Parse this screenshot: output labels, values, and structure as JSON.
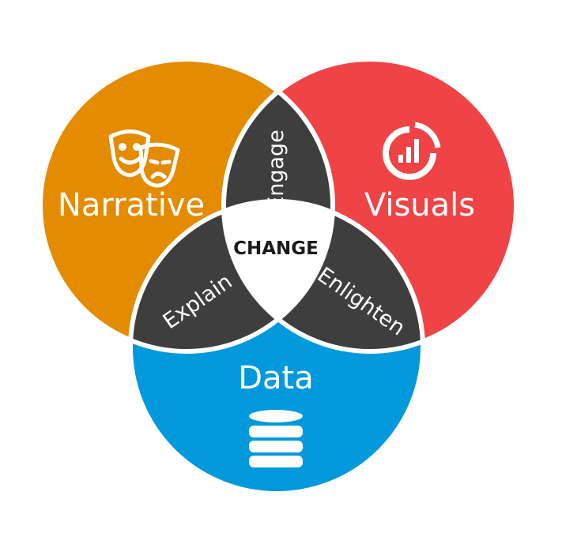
{
  "colors": {
    "narrative": "#e48b00",
    "visuals": "#ef4346",
    "data": "#0099db",
    "overlap": "#3e3e3e",
    "center": "#ffffff",
    "stroke": "#ffffff"
  },
  "circles": {
    "narrative": {
      "label": "Narrative",
      "icon": "theater-masks-icon"
    },
    "visuals": {
      "label": "Visuals",
      "icon": "chart-icon"
    },
    "data": {
      "label": "Data",
      "icon": "database-icon"
    }
  },
  "overlaps": {
    "narrative_visuals": "Engage",
    "narrative_data": "Explain",
    "visuals_data": "Enlighten"
  },
  "center": "CHANGE"
}
